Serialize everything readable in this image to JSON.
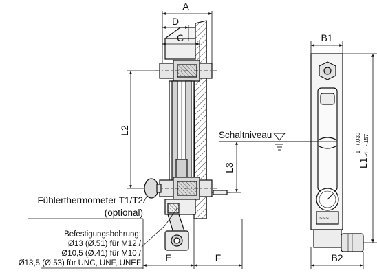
{
  "dimensions": {
    "A": "A",
    "D": "D",
    "C": "C",
    "L2": "L2",
    "L3": "L3",
    "E": "E",
    "F": "F",
    "B1": "B1",
    "B2": "B2",
    "L1_base": "L1",
    "L1_tol_upper": "+1",
    "L1_tol_lower": "-4",
    "L1_inch_upper": "+.039",
    "L1_inch_lower": "-.157"
  },
  "labels": {
    "switch_level": "Schaltniveau",
    "thermometer_line1": "Fühlerthermometer T1/T2",
    "thermometer_line2": "(optional)",
    "bore_line1": "Befestigungsbohrung:",
    "bore_line2": "Ø13 (Ø.51) für M12 /",
    "bore_line3": "Ø10,5 (Ø.41) für M10 /",
    "bore_line4": "Ø13,5 (Ø.53) für UNC, UNF, UNEF"
  }
}
